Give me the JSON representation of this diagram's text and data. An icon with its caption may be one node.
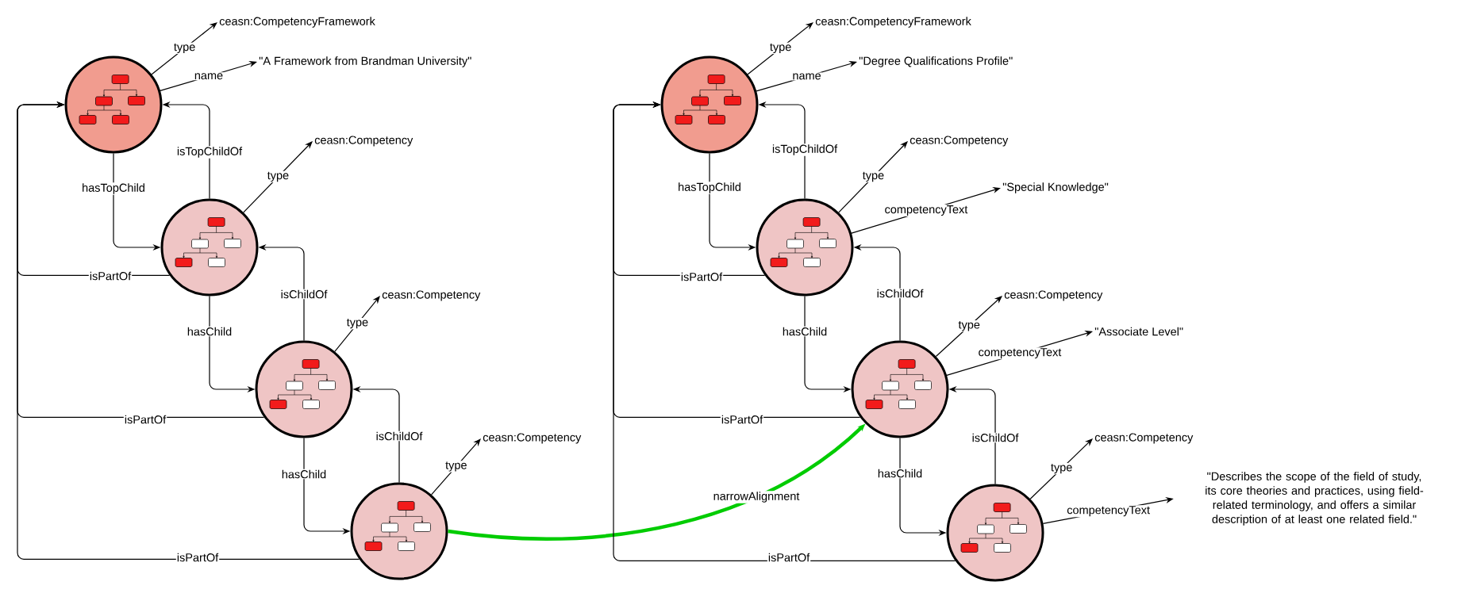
{
  "diagram": {
    "nodes": [
      {
        "text": [],
        "shape": "circle"
      },
      {
        "text": [
          "ceasn:CompetencyFramework"
        ]
      },
      {
        "text": [
          "\"A Framework from Brandman University\""
        ]
      },
      {
        "text": [],
        "shape": "circle"
      },
      {
        "text": [
          "ceasn:Competency"
        ]
      },
      {
        "text": [],
        "shape": "circle"
      },
      {
        "text": [
          "ceasn:Competency"
        ]
      },
      {
        "text": [],
        "shape": "circle"
      },
      {
        "text": [
          "ceasn:Competency"
        ]
      },
      {
        "text": [],
        "shape": "circle"
      },
      {
        "text": [
          "ceasn:CompetencyFramework"
        ]
      },
      {
        "text": [
          "\"Degree Qualifications Profile\""
        ]
      },
      {
        "text": [],
        "shape": "circle"
      },
      {
        "text": [
          "ceasn:Competency"
        ]
      },
      {
        "text": [
          "\"Special Knowledge\""
        ]
      },
      {
        "text": [],
        "shape": "circle"
      },
      {
        "text": [
          "ceasn:Competency"
        ]
      },
      {
        "text": [
          "\"Associate Level\""
        ]
      },
      {
        "text": [],
        "shape": "circle"
      },
      {
        "text": [
          "ceasn:Competency"
        ]
      },
      {
        "text": [
          "\"Describes the scope of the field of study, its core theories and practices, using field-related terminology, and offers a similar description of at least one related field.\""
        ]
      }
    ],
    "edges": [
      {
        "from": 0,
        "to": 1,
        "arrow": "to",
        "label": "type"
      },
      {
        "from": 0,
        "to": 2,
        "arrow": "to",
        "label": "name"
      },
      {
        "from": 0,
        "to": 3,
        "arrow": "to",
        "label": "hasTopChild"
      },
      {
        "from": 3,
        "to": 0,
        "arrow": "to",
        "label": "isTopChildOf"
      },
      {
        "from": 3,
        "to": 0,
        "arrow": "to",
        "label": "isPartOf"
      },
      {
        "from": 3,
        "to": 4,
        "arrow": "to",
        "label": "type"
      },
      {
        "from": 3,
        "to": 5,
        "arrow": "to",
        "label": "hasChild"
      },
      {
        "from": 5,
        "to": 3,
        "arrow": "to",
        "label": "isChildOf"
      },
      {
        "from": 5,
        "to": 0,
        "arrow": "to",
        "label": "isPartOf"
      },
      {
        "from": 5,
        "to": 6,
        "arrow": "to",
        "label": "type"
      },
      {
        "from": 5,
        "to": 7,
        "arrow": "to",
        "label": "hasChild"
      },
      {
        "from": 7,
        "to": 5,
        "arrow": "to",
        "label": "isChildOf"
      },
      {
        "from": 7,
        "to": 0,
        "arrow": "to",
        "label": "isPartOf"
      },
      {
        "from": 7,
        "to": 8,
        "arrow": "to",
        "label": "type"
      },
      {
        "from": 7,
        "to": 15,
        "arrow": "to",
        "label": "narrowAlignment",
        "style": "thick",
        "color": "#00cc00"
      },
      {
        "from": 9,
        "to": 10,
        "arrow": "to",
        "label": "type"
      },
      {
        "from": 9,
        "to": 11,
        "arrow": "to",
        "label": "name"
      },
      {
        "from": 9,
        "to": 12,
        "arrow": "to",
        "label": "hasTopChild"
      },
      {
        "from": 12,
        "to": 9,
        "arrow": "to",
        "label": "isTopChildOf"
      },
      {
        "from": 12,
        "to": 9,
        "arrow": "to",
        "label": "isPartOf"
      },
      {
        "from": 12,
        "to": 13,
        "arrow": "to",
        "label": "type"
      },
      {
        "from": 12,
        "to": 14,
        "arrow": "to",
        "label": "competencyText"
      },
      {
        "from": 12,
        "to": 15,
        "arrow": "to",
        "label": "hasChild"
      },
      {
        "from": 15,
        "to": 12,
        "arrow": "to",
        "label": "isChildOf"
      },
      {
        "from": 15,
        "to": 9,
        "arrow": "to",
        "label": "isPartOf"
      },
      {
        "from": 15,
        "to": 16,
        "arrow": "to",
        "label": "type"
      },
      {
        "from": 15,
        "to": 17,
        "arrow": "to",
        "label": "competencyText"
      },
      {
        "from": 15,
        "to": 18,
        "arrow": "to",
        "label": "hasChild"
      },
      {
        "from": 18,
        "to": 15,
        "arrow": "to",
        "label": "isChildOf"
      },
      {
        "from": 18,
        "to": 9,
        "arrow": "to",
        "label": "isPartOf"
      },
      {
        "from": 18,
        "to": 19,
        "arrow": "to",
        "label": "type"
      },
      {
        "from": 18,
        "to": 20,
        "arrow": "to",
        "label": "competencyText"
      }
    ]
  }
}
